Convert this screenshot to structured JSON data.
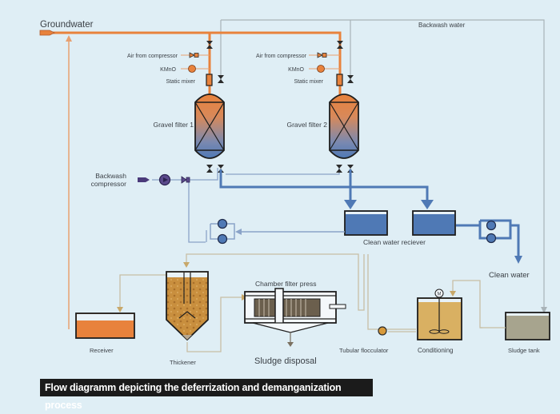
{
  "title": "Flow diagramm depicting the deferrization and demanganization process",
  "colors": {
    "background": "#dfeef5",
    "raw_water": "#e8823c",
    "clean_water": "#4f79b5",
    "backwash_line": "#8aa3c8",
    "sludge_line": "#b8ad95",
    "grey_line": "#a9b3b8",
    "tank_outline": "#1e1e1e"
  },
  "labels": {
    "groundwater": "Groundwater",
    "backwash_water": "Backwash water",
    "air_from_compressor_1": "Air from compressor",
    "air_from_compressor_2": "Air from compressor",
    "kmno_1": "KMnO",
    "kmno_2": "KMnO",
    "static_mixer_1": "Static mixer",
    "static_mixer_2": "Static mixer",
    "gravel_filter_1": "Gravel filter 1",
    "gravel_filter_2": "Gravel filter 2",
    "backwash_compressor_line1": "Backwash",
    "backwash_compressor_line2": "compressor",
    "clean_water_receiver": "Clean water reciever",
    "clean_water": "Clean water",
    "chamber_filter_press": "Chamber filter press",
    "receiver": "Receiver",
    "thickener": "Thickener",
    "sludge_disposal": "Sludge disposal",
    "tubular_flocculator": "Tubular flocculator",
    "conditioning": "Conditioning",
    "sludge_tank": "Sludge tank",
    "motor": "M"
  }
}
